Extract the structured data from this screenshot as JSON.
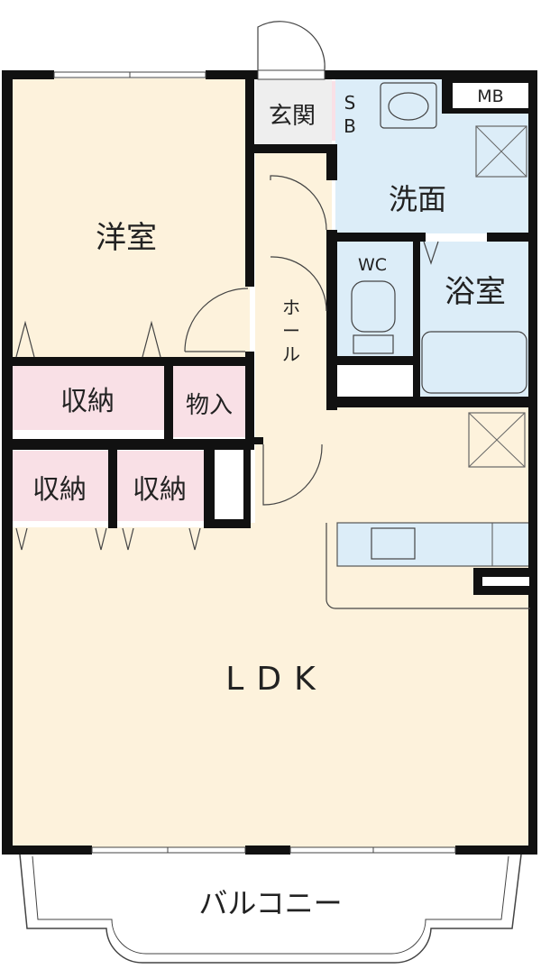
{
  "rooms": {
    "western_room": "洋室",
    "entrance": "玄関",
    "shoe_box": "S\nB",
    "meter_box": "MB",
    "washroom": "洗面",
    "wc": "WC",
    "bathroom": "浴室",
    "hall": "ホール",
    "storage_top": "収納",
    "storeroom": "物入",
    "storage_left": "収納",
    "storage_mid": "収納",
    "ldk": "LDK",
    "balcony": "バルコニー"
  },
  "colors": {
    "wood_floor": "#fdf2dc",
    "wet_area": "#dcedf8",
    "storage": "#f9e0e6",
    "entrance": "#eeeeee",
    "wall": "#111111"
  }
}
